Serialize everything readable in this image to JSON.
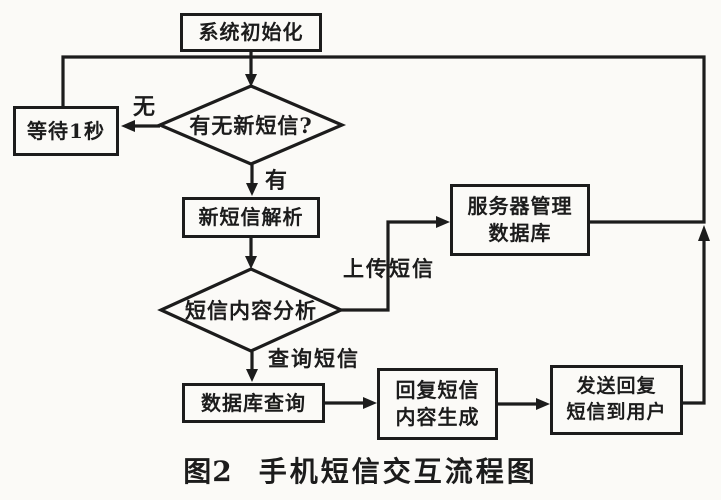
{
  "colors": {
    "background": "#fbfaf7",
    "ink": "#1c1c1c"
  },
  "caption": {
    "figure_no": "图2",
    "title": "手机短信交互流程图"
  },
  "nodes": {
    "system_init": {
      "label": "系统初始化"
    },
    "wait_1s": {
      "label": "等待1秒"
    },
    "has_new_sms": {
      "label": "有无新短信?"
    },
    "parse_new_sms": {
      "label": "新短信解析"
    },
    "sms_content_analysis": {
      "label": "短信内容分析"
    },
    "server_manage_db": {
      "line1": "服务器管理",
      "line2": "数据库"
    },
    "db_query": {
      "label": "数据库查询"
    },
    "reply_content_gen": {
      "line1": "回复短信",
      "line2": "内容生成"
    },
    "send_reply_to_user": {
      "line1": "发送回复",
      "line2": "短信到用户"
    }
  },
  "edge_labels": {
    "no": "无",
    "yes": "有",
    "upload_sms": "上传短信",
    "query_sms": "查询短信"
  }
}
